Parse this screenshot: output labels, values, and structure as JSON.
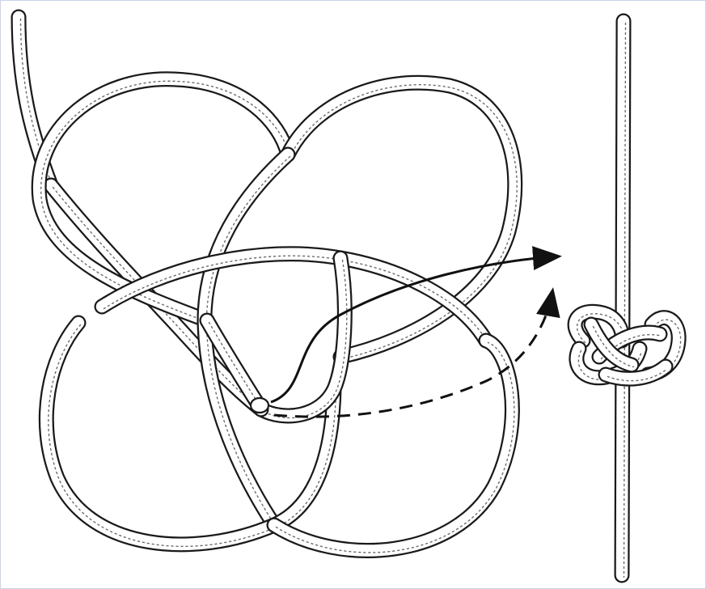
{
  "figure": {
    "subject": "knot-tying-diagram",
    "panels": [
      {
        "name": "knot-construction",
        "description_hidden": true
      },
      {
        "name": "finished-knot-on-standing-line",
        "description_hidden": true
      }
    ],
    "arrows": [
      {
        "style": "solid",
        "meaning": "working-end-path"
      },
      {
        "style": "dashed",
        "meaning": "alternate-working-end-path"
      }
    ]
  },
  "colors": {
    "background": "#ffffff",
    "frame_border": "#c9d4ec",
    "rope_outline": "#1a1a1a",
    "rope_fill": "#ffffff",
    "rope_hatch": "#6b6b6b",
    "arrow": "#111111"
  }
}
